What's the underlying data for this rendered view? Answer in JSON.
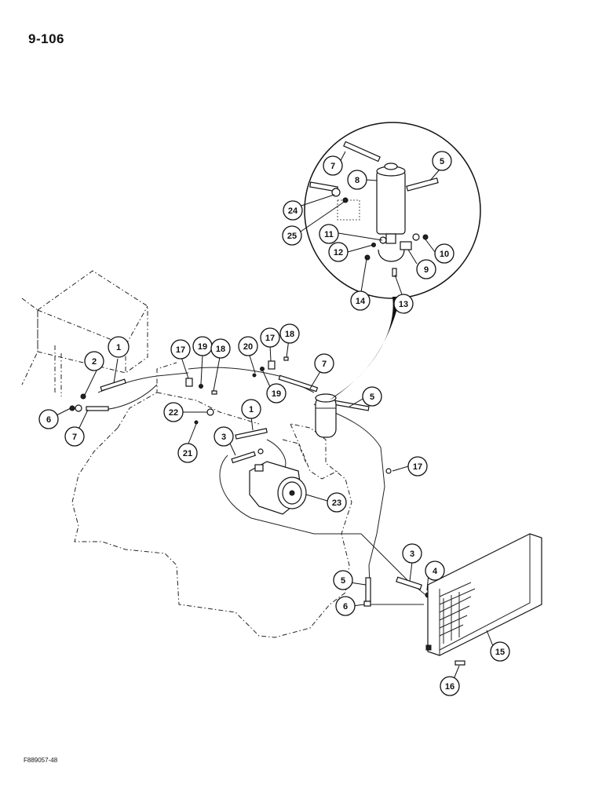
{
  "header": {
    "page_number": "9-106"
  },
  "footer": {
    "figure_id": "F889057-48"
  },
  "callouts": {
    "c1a": "1",
    "c2": "2",
    "c6a": "6",
    "c7a": "7",
    "c17a": "17",
    "c19a": "19",
    "c18a": "18",
    "c20": "20",
    "c17b": "17",
    "c18b": "18",
    "c19b": "19",
    "c7b": "7",
    "c5a": "5",
    "c22": "22",
    "c21": "21",
    "c1b": "1",
    "c3a": "3",
    "c23": "23",
    "c17c": "17",
    "c3b": "3",
    "c4": "4",
    "c5b": "5",
    "c6b": "6",
    "c15": "15",
    "c16": "16",
    "d7": "7",
    "d8": "8",
    "d5": "5",
    "d24": "24",
    "d25": "25",
    "d11": "11",
    "d12": "12",
    "d10": "10",
    "d9": "9",
    "d14": "14",
    "d13": "13"
  }
}
